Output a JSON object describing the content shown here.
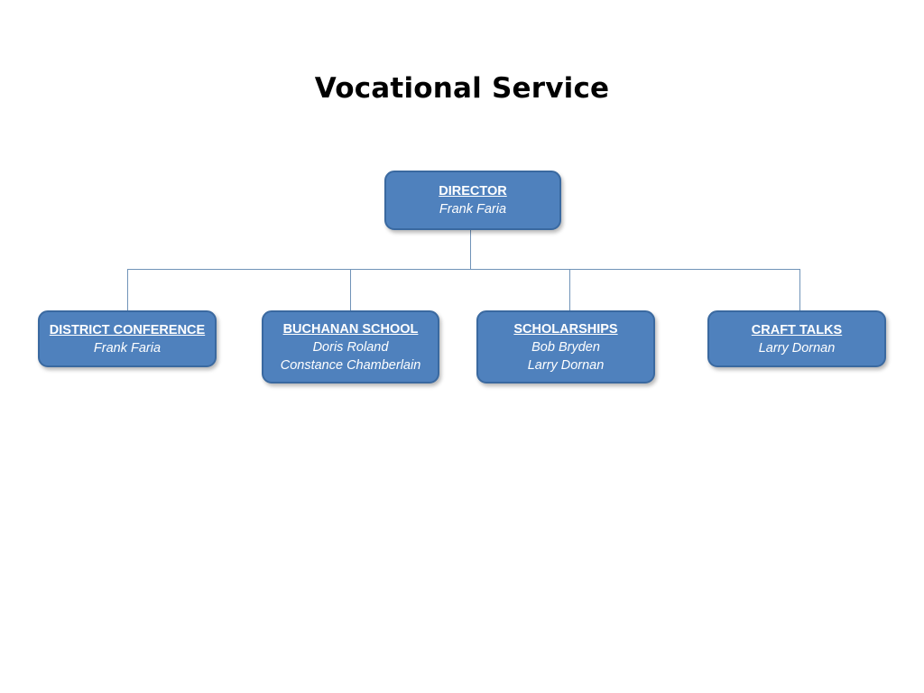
{
  "page": {
    "title": "Vocational Service",
    "background_color": "#FFFFFF"
  },
  "theme": {
    "box_fill": "#4F81BD",
    "box_border": "#3A69A0",
    "connector_color": "#7093B8",
    "text_color": "#FFFFFF",
    "title_color": "#000000"
  },
  "chart_data": {
    "type": "org-chart",
    "title": "Vocational Service",
    "root": {
      "role": "DIRECTOR",
      "people": [
        "Frank Faria"
      ]
    },
    "children": [
      {
        "role": "DISTRICT CONFERENCE",
        "people": [
          "Frank Faria"
        ]
      },
      {
        "role": "BUCHANAN SCHOOL",
        "people": [
          "Doris Roland",
          "Constance Chamberlain"
        ]
      },
      {
        "role": "SCHOLARSHIPS",
        "people": [
          "Bob Bryden",
          "Larry Dornan"
        ]
      },
      {
        "role": "CRAFT TALKS",
        "people": [
          "Larry Dornan"
        ]
      }
    ]
  },
  "nodes": {
    "director": {
      "role": "DIRECTOR",
      "person_1": "Frank Faria"
    },
    "district_conference": {
      "role": "DISTRICT CONFERENCE",
      "person_1": "Frank Faria"
    },
    "buchanan_school": {
      "role": "BUCHANAN SCHOOL",
      "person_1": "Doris Roland",
      "person_2": "Constance Chamberlain"
    },
    "scholarships": {
      "role": "SCHOLARSHIPS",
      "person_1": "Bob Bryden",
      "person_2": "Larry Dornan"
    },
    "craft_talks": {
      "role": "CRAFT TALKS",
      "person_1": "Larry Dornan"
    }
  }
}
